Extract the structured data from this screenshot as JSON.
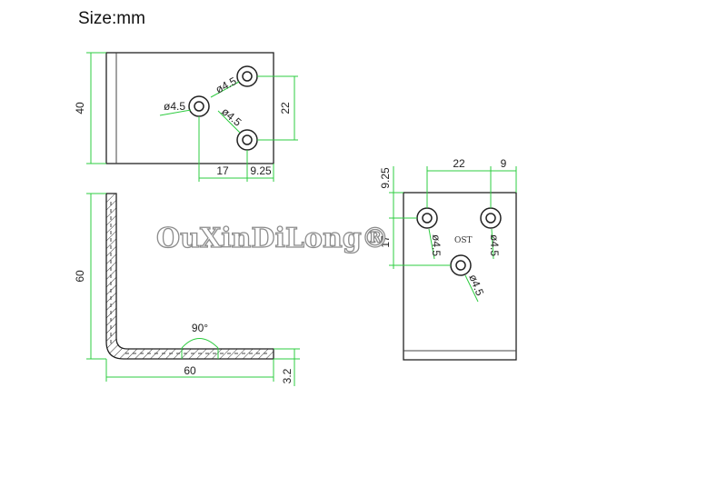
{
  "title": "Size:mm",
  "watermark": "OuXinDiLong®",
  "colors": {
    "dimension_line": "#2ecc40",
    "outline": "#222222",
    "watermark_stroke": "#8c8c8c"
  },
  "top_view": {
    "height": "40",
    "hole_spacing_vertical": "22",
    "offset_a": "17",
    "offset_b": "9.25",
    "hole_left": "ø4.5",
    "hole_top": "ø4.5",
    "hole_bottom": "ø4.5"
  },
  "side_view": {
    "height": "60",
    "width": "60",
    "thickness": "3.2",
    "angle": "90°"
  },
  "front_view": {
    "hole_spacing": "22",
    "edge_right": "9",
    "edge_top": "9.25",
    "vertical_spacing": "17",
    "stamp": "OST",
    "hole_left": "ø4.5",
    "hole_right": "ø4.5",
    "hole_bottom": "ø4.5"
  }
}
